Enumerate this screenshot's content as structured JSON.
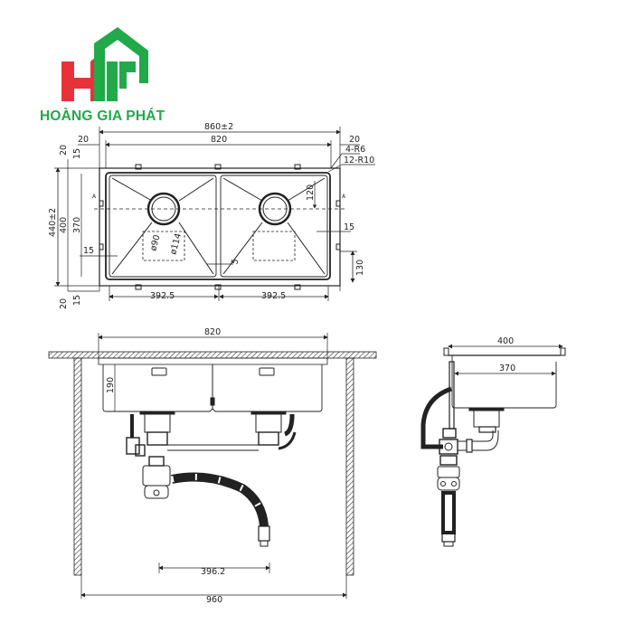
{
  "brand": {
    "name": "HOÀNG GIA PHÁT",
    "colors": {
      "red": "#e8323a",
      "green": "#22a94a"
    }
  },
  "top_view": {
    "overall_width": "860±2",
    "inner_width": "820",
    "side_margin_left": "20",
    "side_margin_right": "20",
    "corner_radius_small": "4-R6",
    "corner_radius_large": "12-R10",
    "overall_depth": "440±2",
    "depth_400": "400",
    "depth_370": "370",
    "top_margin_20": "20",
    "top_margin_15": "15",
    "bottom_margin_20": "20",
    "bottom_margin_15": "15",
    "bowl_width_left": "392.5",
    "bowl_width_right": "392.5",
    "drain_diameter_inner": "ø90",
    "drain_diameter_outer": "ø114",
    "drain_offset": "120",
    "clip_offset_left": "15",
    "clip_offset_right": "15",
    "clip_height": "130",
    "divider_gap": "5",
    "section_marker_left": "A",
    "section_marker_right": "A"
  },
  "front_view": {
    "sink_width": "820",
    "bowl_depth": "190",
    "drain_spacing": "396.2",
    "cabinet_width": "960"
  },
  "side_view": {
    "overall_depth": "400",
    "inner_depth": "370"
  }
}
